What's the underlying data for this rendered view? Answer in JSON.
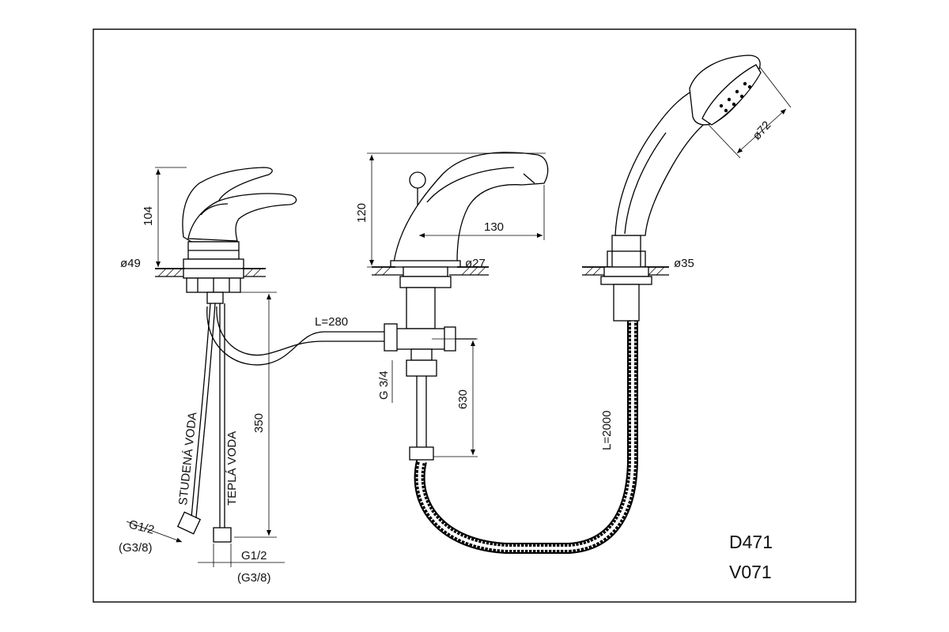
{
  "labels": {
    "mixer_height": "104",
    "mixer_diameter": "ø49",
    "spout_height": "120",
    "spout_reach": "130",
    "spout_diameter": "ø27",
    "shower_head_diameter": "ø72",
    "holder_diameter": "ø35",
    "connector_length": "L=280",
    "inlet_thread": "G 3/4",
    "outlet_length": "630",
    "supply_length": "350",
    "hose_length": "L=2000",
    "cold_water": "STUDENÁ VODA",
    "hot_water": "TEPLÁ VODA",
    "left_thread": "G1/2",
    "left_thread_alt": "(G3/8)",
    "right_thread": "G1/2",
    "right_thread_alt": "(G3/8)"
  },
  "product_codes": [
    "D471",
    "V071"
  ]
}
